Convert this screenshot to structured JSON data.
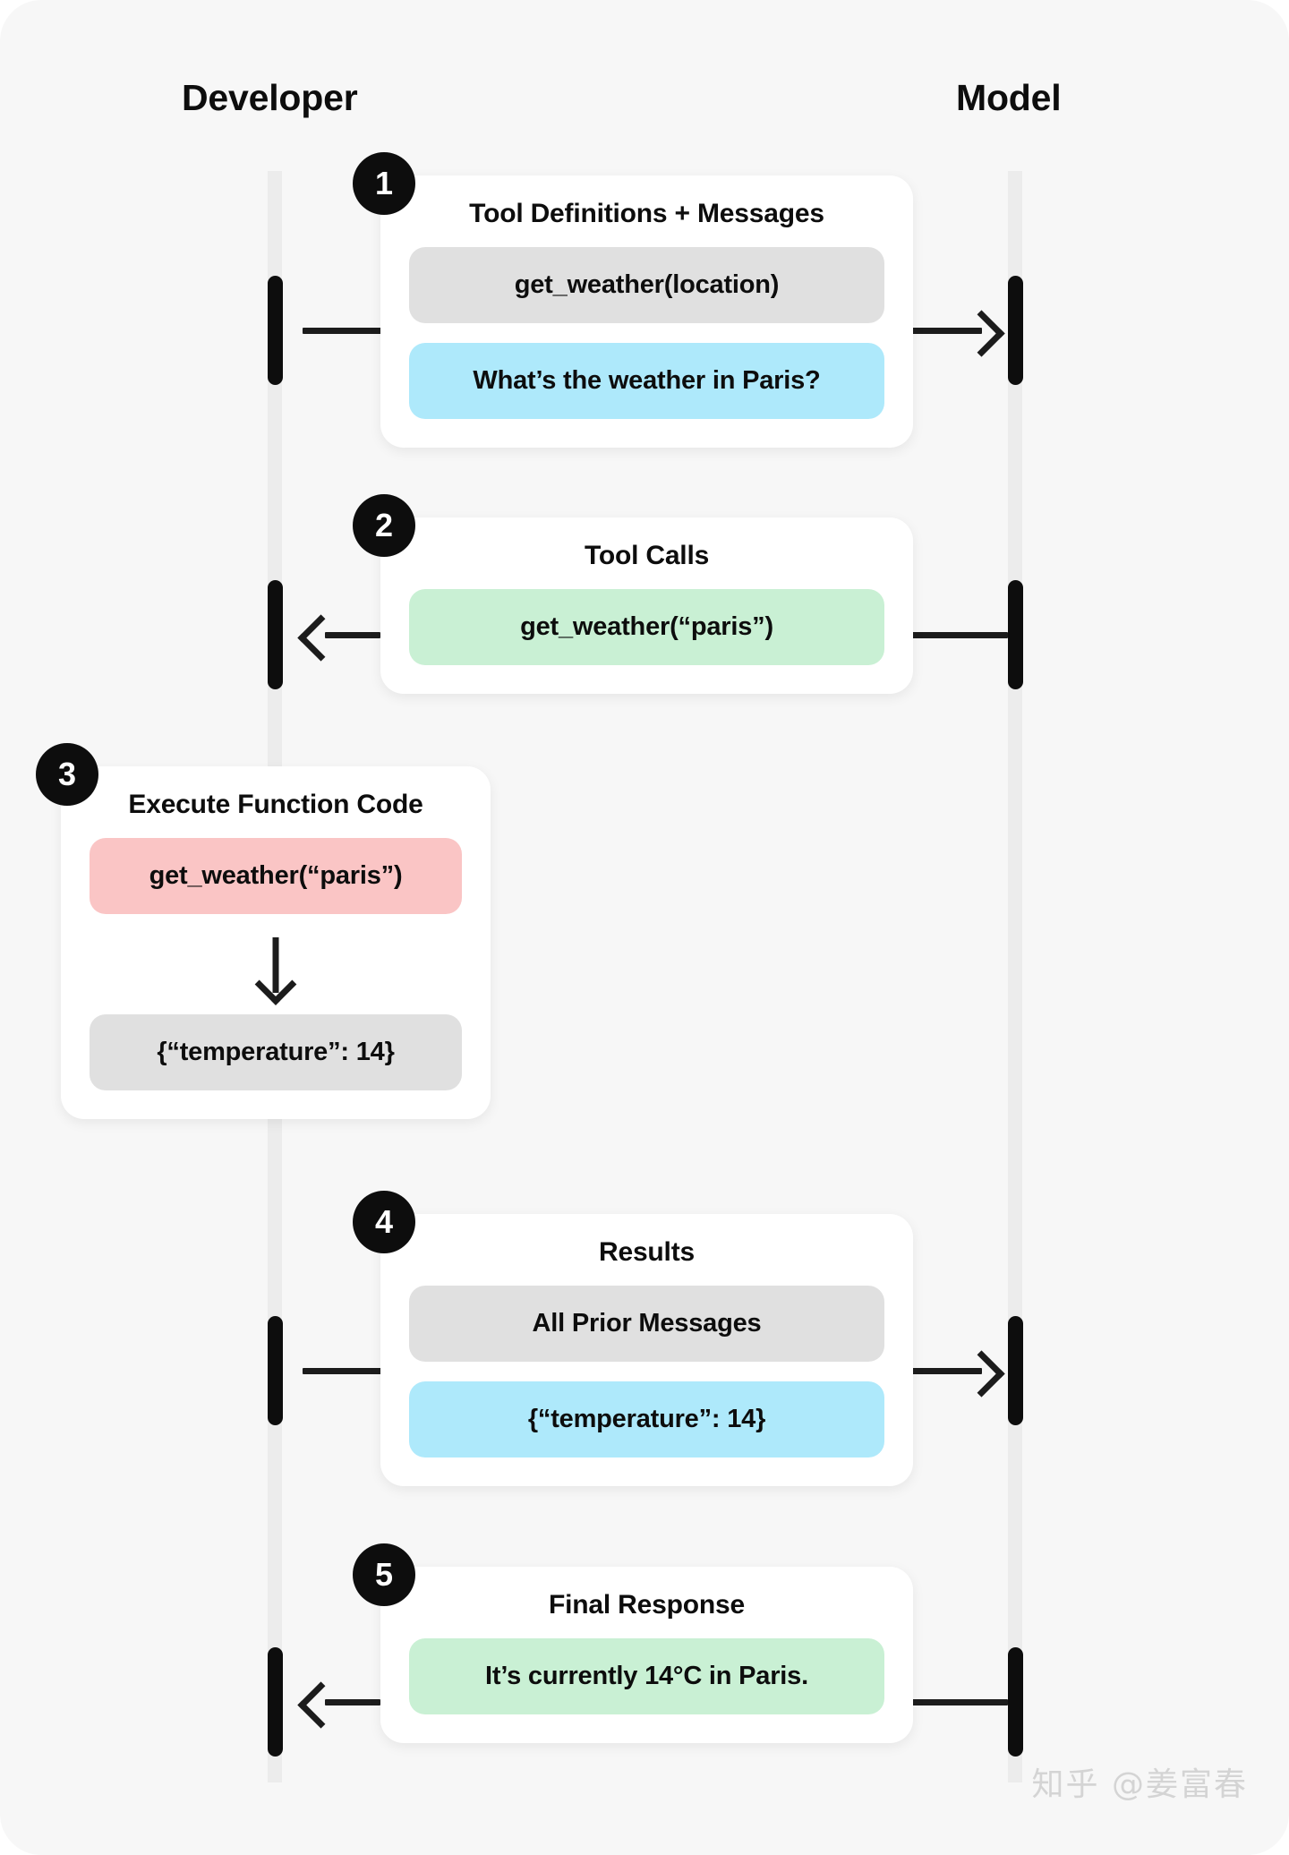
{
  "diagram": {
    "type": "sequence-diagram",
    "title_visible": false,
    "actors": [
      {
        "id": "developer",
        "label": "Developer"
      },
      {
        "id": "model",
        "label": "Model"
      }
    ],
    "colors": {
      "background": "#f7f7f7",
      "card": "#ffffff",
      "lifeline": "#ececec",
      "ink": "#0d0d0d",
      "chip_gray": "#e0e0e0",
      "chip_blue": "#aee9fb",
      "chip_green": "#c9f0d4",
      "chip_red": "#fac5c5",
      "watermark": "#d4d4d4"
    },
    "steps": [
      {
        "number": "1",
        "title": "Tool Definitions + Messages",
        "direction": "developer-to-model",
        "arrow_glyph": "arrow-right",
        "chips": [
          {
            "text": "get_weather(location)",
            "color": "gray"
          },
          {
            "text": "What’s the weather in Paris?",
            "color": "blue"
          }
        ]
      },
      {
        "number": "2",
        "title": "Tool Calls",
        "direction": "model-to-developer",
        "arrow_glyph": "arrow-left",
        "chips": [
          {
            "text": "get_weather(“paris”)",
            "color": "green"
          }
        ]
      },
      {
        "number": "3",
        "title": "Execute Function Code",
        "direction": "developer-self",
        "arrow_glyph": "arrow-down",
        "chips": [
          {
            "text": "get_weather(“paris”)",
            "color": "red"
          },
          {
            "text": "{“temperature”: 14}",
            "color": "gray"
          }
        ]
      },
      {
        "number": "4",
        "title": "Results",
        "direction": "developer-to-model",
        "arrow_glyph": "arrow-right",
        "chips": [
          {
            "text": "All Prior Messages",
            "color": "gray"
          },
          {
            "text": "{“temperature”: 14}",
            "color": "blue"
          }
        ]
      },
      {
        "number": "5",
        "title": "Final Response",
        "direction": "model-to-developer",
        "arrow_glyph": "arrow-left",
        "chips": [
          {
            "text": "It’s currently 14°C in Paris.",
            "color": "green"
          }
        ]
      }
    ]
  },
  "watermark": {
    "text": "知乎 @姜富春"
  }
}
